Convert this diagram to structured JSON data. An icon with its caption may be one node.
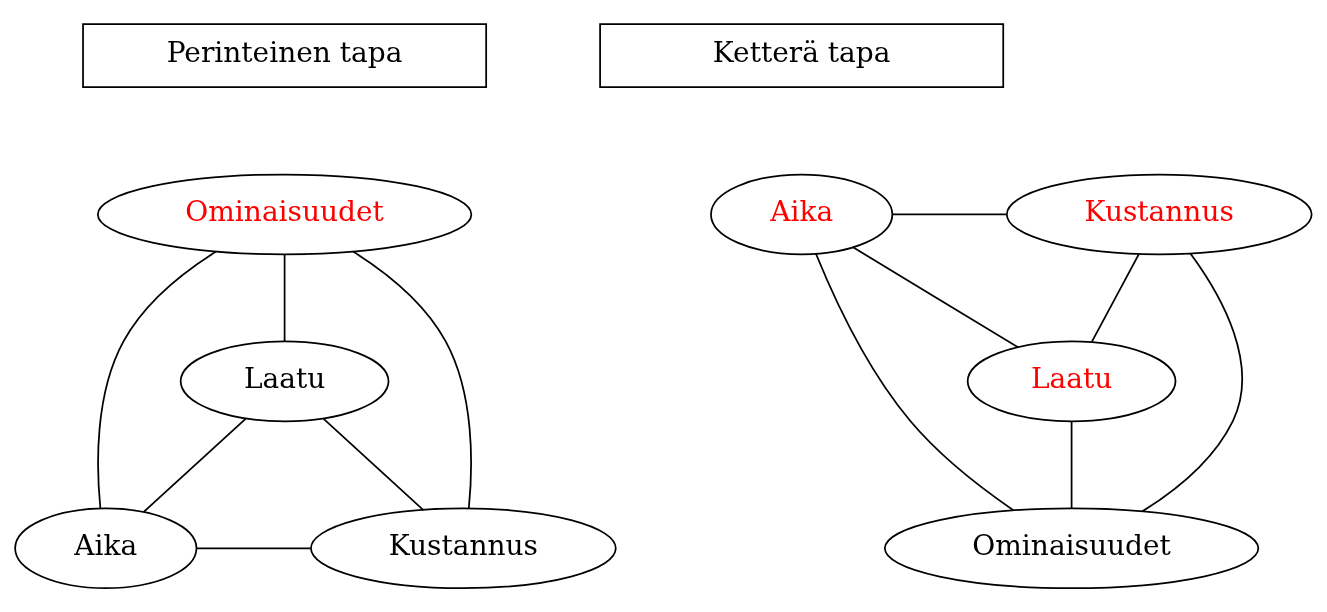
{
  "diagram": {
    "nodes": [
      {
        "text": [
          "Perinteinen tapa"
        ]
      },
      {
        "text": [
          "Ominaisuudet"
        ]
      },
      {
        "text": [
          "Laatu"
        ]
      },
      {
        "text": [
          "Aika"
        ]
      },
      {
        "text": [
          "Kustannus"
        ]
      },
      {
        "text": [
          "Ketterä tapa"
        ]
      },
      {
        "text": [
          "Aika"
        ]
      },
      {
        "text": [
          "Kustannus"
        ]
      },
      {
        "text": [
          "Laatu"
        ]
      },
      {
        "text": [
          "Ominaisuudet"
        ]
      }
    ],
    "edges": [
      {
        "from": 1,
        "to": 2,
        "arrow": "none"
      },
      {
        "from": 1,
        "to": 3,
        "arrow": "none"
      },
      {
        "from": 1,
        "to": 4,
        "arrow": "none"
      },
      {
        "from": 2,
        "to": 3,
        "arrow": "none"
      },
      {
        "from": 2,
        "to": 4,
        "arrow": "none"
      },
      {
        "from": 3,
        "to": 4,
        "arrow": "none"
      },
      {
        "from": 6,
        "to": 7,
        "arrow": "none"
      },
      {
        "from": 6,
        "to": 8,
        "arrow": "none"
      },
      {
        "from": 7,
        "to": 8,
        "arrow": "none"
      },
      {
        "from": 6,
        "to": 9,
        "arrow": "none"
      },
      {
        "from": 8,
        "to": 9,
        "arrow": "none"
      },
      {
        "from": 7,
        "to": 9,
        "arrow": "none"
      }
    ]
  }
}
